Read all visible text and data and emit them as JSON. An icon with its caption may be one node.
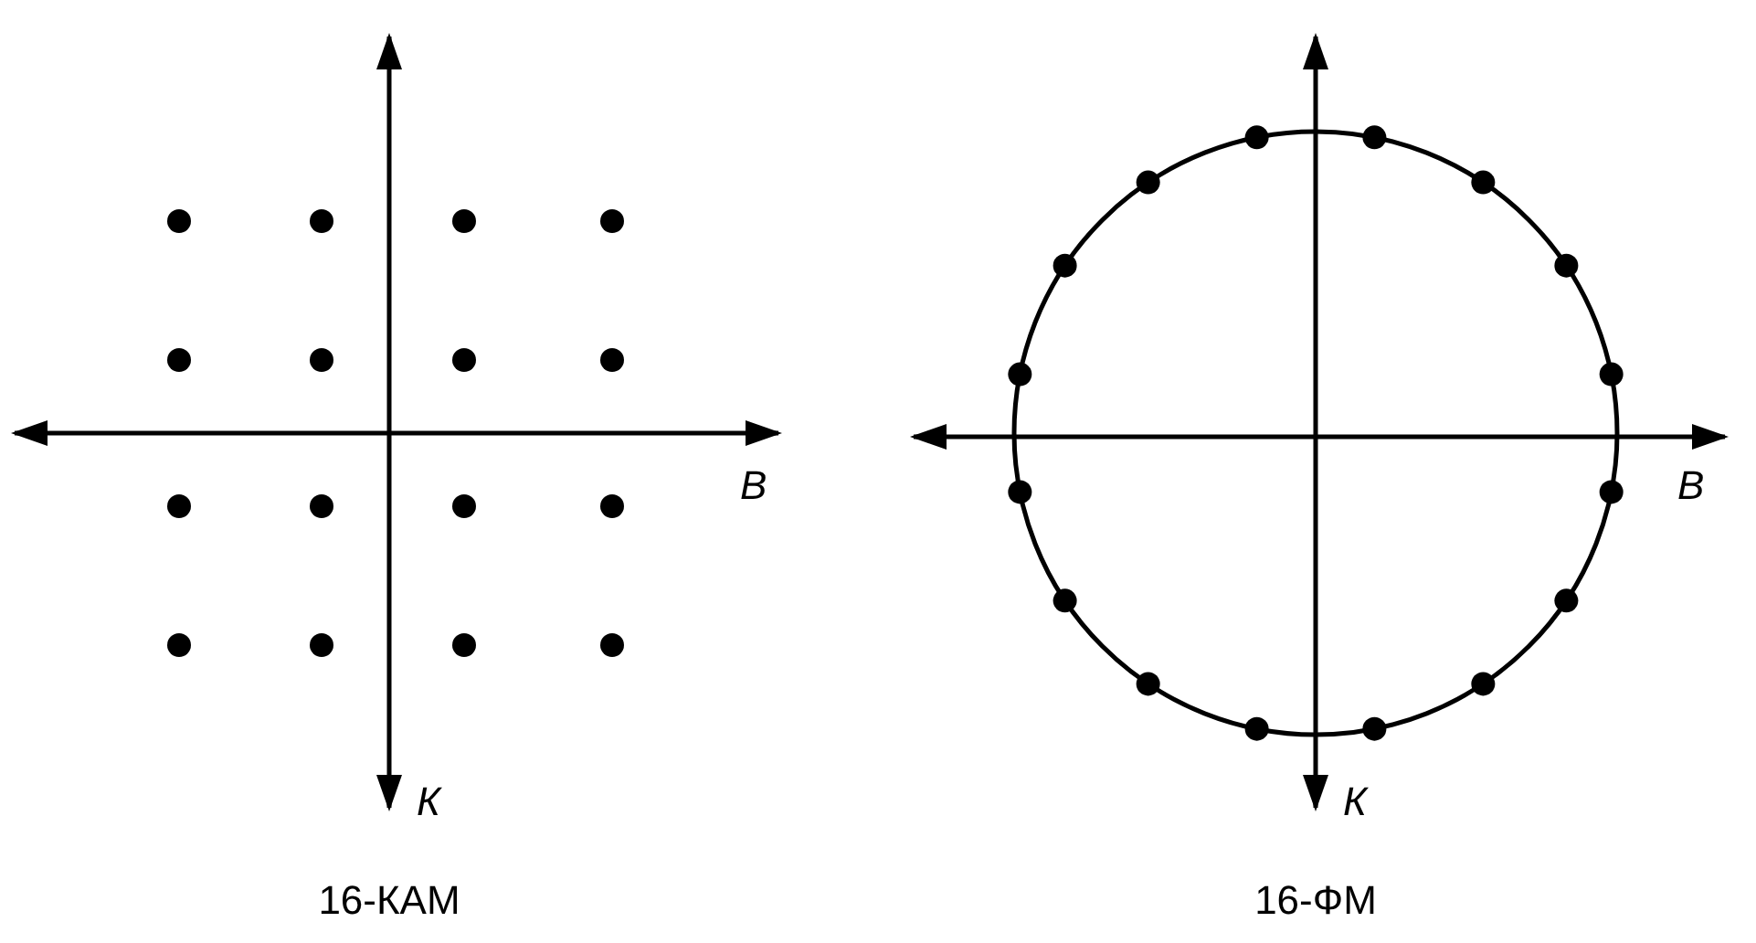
{
  "diagram": {
    "labels": [
      "В",
      "К",
      "16-КАМ",
      "В",
      "К",
      "16-ФМ"
    ]
  }
}
